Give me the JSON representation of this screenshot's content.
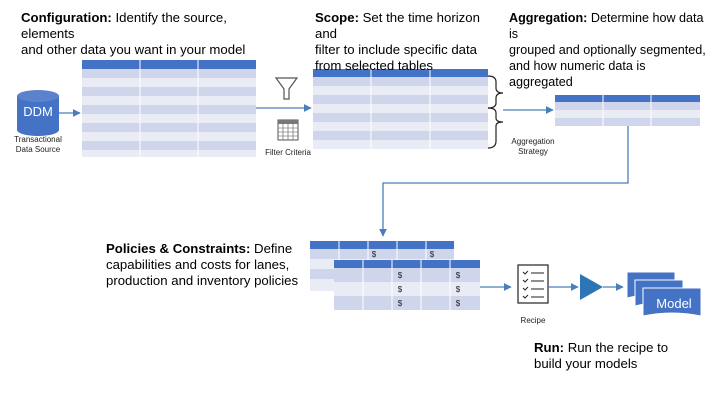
{
  "steps": {
    "configuration": {
      "title": "Configuration:",
      "line1": " Identify the source, elements",
      "line2": "and other data you want in your model"
    },
    "scope": {
      "title": "Scope:",
      "line1": " Set the time horizon and",
      "line2": "filter to include specific data",
      "line3": "from selected tables"
    },
    "aggregation": {
      "title": "Aggregation:",
      "line1": " Determine how data is",
      "line2": "grouped and optionally segmented,",
      "line3": "and how numeric data is aggregated"
    },
    "policies": {
      "title": "Policies & Constraints:",
      "line1": " Define",
      "line2": "capabilities and costs for lanes,",
      "line3": "production and inventory policies"
    },
    "run": {
      "title": "Run:",
      "line1": " Run the recipe to",
      "line2": "build your models"
    }
  },
  "labels": {
    "ddm": "DDM",
    "source_line1": "Transactional",
    "source_line2": "Data Source",
    "filter_criteria": "Filter Criteria",
    "aggregation_line1": "Aggregation",
    "aggregation_line2": "Strategy",
    "recipe": "Recipe",
    "model": "Model",
    "dollar": "$"
  },
  "colors": {
    "table_header": "#4472c4",
    "row_dark": "#cfd5ea",
    "row_light": "#e9ebf5",
    "line": "#5b9bd5"
  }
}
